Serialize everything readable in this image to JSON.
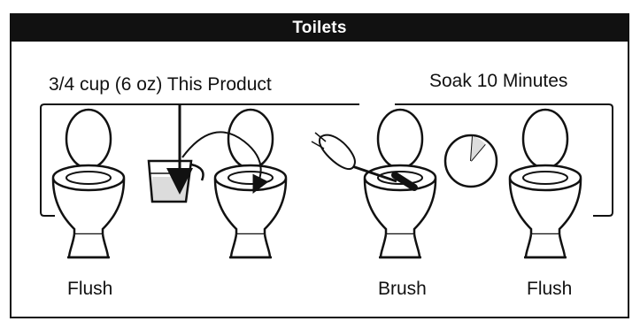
{
  "panel": {
    "title": "Toilets"
  },
  "instructions": {
    "amount": "3/4 cup (6 oz) This Product",
    "soak": "Soak 10 Minutes"
  },
  "steps": [
    {
      "label": "Flush"
    },
    {
      "label": ""
    },
    {
      "label": "Brush"
    },
    {
      "label": "Flush"
    }
  ],
  "icons": [
    "toilet-icon",
    "measuring-cup-icon",
    "toilet-brush-hand-icon",
    "clock-icon",
    "arrow-icon"
  ]
}
